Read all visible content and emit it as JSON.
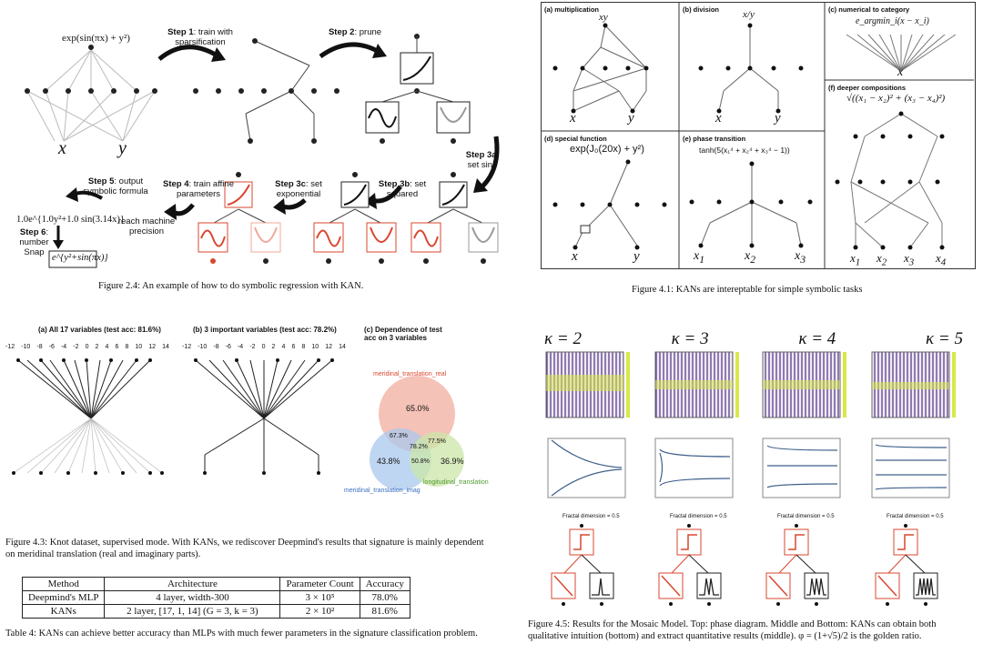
{
  "fig24": {
    "formula_top": "exp(sin(πx) + y²)",
    "var_x": "x",
    "var_y": "y",
    "step1": "Step 1",
    "step1_text": ": train with sparsification",
    "step2": "Step 2",
    "step2_text": ": prune",
    "step3a": "Step 3a",
    "step3a_text": ": set sine",
    "step3b": "Step 3b",
    "step3b_text": ": set squared",
    "step3c": "Step 3c",
    "step3c_text": ": set exponential",
    "step4": "Step 4",
    "step4_text": ": train affine parameters",
    "step5": "Step 5",
    "step5_text": ": output symbolic formula",
    "step6": "Step 6",
    "step6_text": ": number Snap",
    "formula_out": "1.0e^{1.0y²+1.0 sin(3.14x)}",
    "precision": "reach machine precision",
    "snap_box": "e^{y²+sin(πx)}",
    "caption": "Figure 2.4: An example of how to do symbolic regression with KAN."
  },
  "fig41": {
    "a": "(a) multiplication",
    "a_expr": "xy",
    "b": "(b) division",
    "b_expr": "x/y",
    "c": "(c) numerical to category",
    "c_expr": "e_argmin_i(x − x_i)",
    "d": "(d) special function",
    "d_expr": "exp(J₀(20x) + y²)",
    "e": "(e) phase transition",
    "e_expr": "tanh(5(x₁⁴ + x₂⁴ + x₃⁴ − 1))",
    "f": "(f) deeper compositions",
    "f_expr": "√((x₁ − x₂)² + (x₃ − x₄)²)",
    "caption": "Figure 4.1: KANs are intereptable for simple symbolic tasks"
  },
  "fig43": {
    "a": "(a) All 17 variables (test acc: 81.6%)",
    "b": "(b) 3 important variables (test acc: 78.2%)",
    "c": "(c) Dependence of test acc on 3 variables",
    "ticks": [
      "-12",
      "-10",
      "-8",
      "-6",
      "-4",
      "-2",
      "0",
      "2",
      "4",
      "6",
      "8",
      "10",
      "12",
      "14"
    ],
    "venn_real": "meridinal_translation_real",
    "venn_imag": "meridinal_translation_imag",
    "venn_long": "longitudinal_translation",
    "v65": "65.0%",
    "v438": "43.8%",
    "v369": "36.9%",
    "v673": "67.3%",
    "v775": "77.5%",
    "v782": "78.2%",
    "v508": "50.8%",
    "caption": "Figure 4.3: Knot dataset, supervised mode. With KANs, we rediscover Deepmind's results that signature is mainly dependent on meridinal translation (real and imaginary parts)."
  },
  "table4": {
    "headers": [
      "Method",
      "Architecture",
      "Parameter Count",
      "Accuracy"
    ],
    "rows": [
      [
        "Deepmind's MLP",
        "4 layer, width-300",
        "3 × 10⁵",
        "78.0%"
      ],
      [
        "KANs",
        "2 layer, [17, 1, 14] (G = 3, k = 3)",
        "2 × 10²",
        "81.6%"
      ]
    ],
    "caption": "Table 4: KANs can achieve better accuracy than MLPs with much fewer parameters in the signature classification problem."
  },
  "fig45": {
    "kappas": [
      "κ = 2",
      "κ = 3",
      "κ = 4",
      "κ = 5"
    ],
    "fractal": "Fractal dimension = 0.5",
    "caption": "Figure 4.5: Results for the Mosaic Model. Top: phase diagram. Middle and Bottom: KANs can obtain both qualitative intuition (bottom) and extract quantitative results (middle). φ = (1+√5)/2 is the golden ratio."
  },
  "colors": {
    "red": "#d9472f",
    "purple": "#5b3d8c",
    "yellow": "#d9e84a",
    "venn_red": "#f2b3a6",
    "venn_blue": "#a9c8ee",
    "venn_green": "#cbe6a8"
  }
}
